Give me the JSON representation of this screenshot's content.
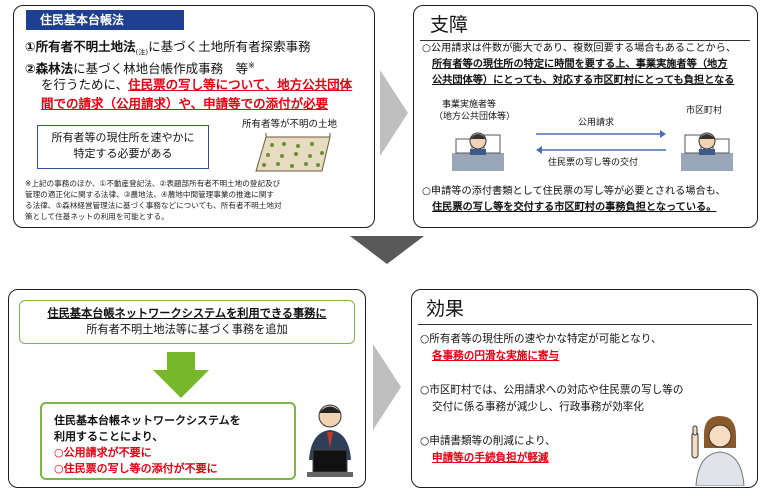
{
  "panel1": {
    "tag": "住民基本台帳法",
    "line1_pre": "①所有者不明土地法",
    "line1_note": "(注)",
    "line1_post": "に基づく土地所有者探索事務",
    "line2_pre": "②森林法",
    "line2_post": "に基づく林地台帳作成事務　等",
    "line2_mark": "※",
    "line3_pre": "を行うために、",
    "line3_red": "住民票の写し等について、地方公共団体",
    "line4_red1": "間での請求（公用請求）や、申請等での添付が必要",
    "box_line1": "所有者等の現住所を速やかに",
    "box_line2": "特定する必要がある",
    "land_caption": "所有者等が不明の土地",
    "foot1": "※上記の事務のほか、①不動産登記法、②表題部所有者不明土地の登記及び",
    "foot2": "管理の適正化に関する法律、③農地法、④農地中間管理事業の推進に関す",
    "foot3": "る法律、⑤森林経営管理法に基づく事務などについても、所有者不明土地対",
    "foot4": "策として住基ネットの利用を可能とする。"
  },
  "panel2": {
    "title": "支障",
    "l1": "○公用請求は件数が膨大であり、複数回要する場合もあることから、",
    "l2a": "所有者等の現住所の特定に時間を要する上、事業実施者等（地方",
    "l3a": "公共団体等）にとっても、対応する市区町村にとっても負担となる",
    "left_label1": "事業実施者等",
    "left_label2": "（地方公共団体等）",
    "right_label": "市区町村",
    "arrow_top": "公用請求",
    "arrow_bottom": "住民票の写し等の交付",
    "l4": "○申請等の添付書類として住民票の写し等が必要とされる場合も、",
    "l5": "住民票の写し等を交付する市区町村の事務負担となっている。"
  },
  "panel3": {
    "top_l1": "住民基本台帳ネットワークシステムを利用できる事務に",
    "top_l2": "所有者不明土地法等に基づく事務を追加",
    "box_l1": "住民基本台帳ネットワークシステムを",
    "box_l2": "利用することにより、",
    "box_l3": "○公用請求が不要に",
    "box_l4": "○住民票の写し等の添付が不要に"
  },
  "panel4": {
    "title": "効果",
    "e1a": "○所有者等の現住所の速やかな特定が可能となり、",
    "e1b": "各事務の円滑な実施に寄与",
    "e2a": "○市区町村では、公用請求への対応や住民票の写し等の",
    "e2b": "交付に係る事務が減少し、行政事務が効率化",
    "e3a": "○申請書類等の削減により、",
    "e3b": "申請等の手続負担が軽減"
  },
  "colors": {
    "red": "#e60012",
    "navy": "#1f3f93",
    "green": "#7ab648",
    "arrow": "#bfbfbf"
  }
}
